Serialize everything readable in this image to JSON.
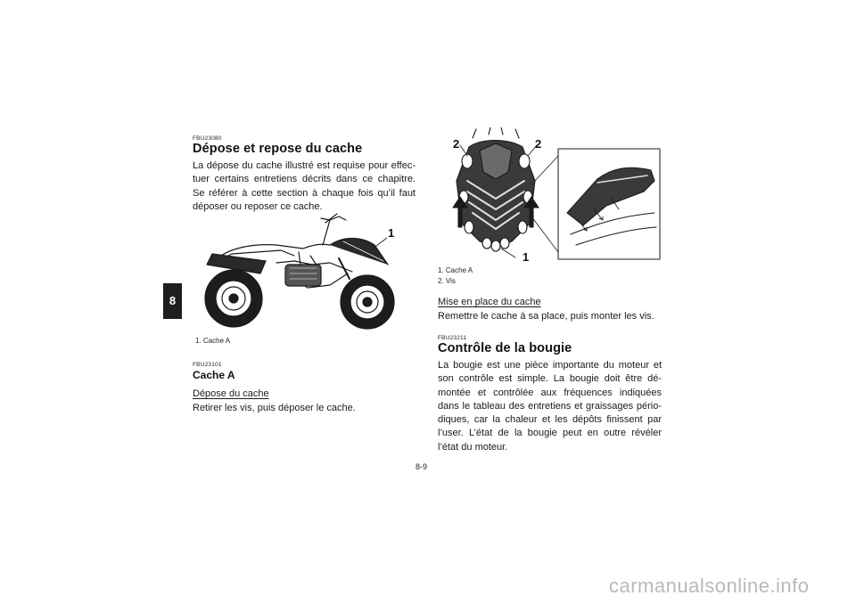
{
  "chapter_tab": "8",
  "left": {
    "code1": "FBU23080",
    "title": "Dépose et repose du cache",
    "intro": "La dépose du cache illustré est requise pour effec-tuer certains entretiens décrits dans ce chapitre. Se référer à cette section à chaque fois qu’il faut déposer ou reposer ce cache.",
    "fig_callout": "1",
    "fig_caption": "1. Cache A",
    "code2": "FBU23101",
    "subtitle": "Cache A",
    "removal_head": "Dépose du cache",
    "removal_text": "Retirer les vis, puis déposer le cache."
  },
  "right": {
    "fig_callout_1": "1",
    "fig_callout_2": "2",
    "fig_caption_1": "1. Cache A",
    "fig_caption_2": "2. Vis",
    "install_head": "Mise en place du cache",
    "install_text": "Remettre le cache à sa place, puis monter les vis.",
    "code3": "FBU23211",
    "title2": "Contrôle de la bougie",
    "spark_text": "La bougie est une pièce importante du moteur et son contrôle est simple. La bougie doit être dé-montée et contrôlée aux fréquences indiquées dans le tableau des entretiens et graissages pério-diques, car la chaleur et les dépôts finissent par l’user. L’état de la bougie peut en outre révéler l’état du moteur."
  },
  "page_number": "8-9",
  "watermark": "carmanualsonline.info"
}
